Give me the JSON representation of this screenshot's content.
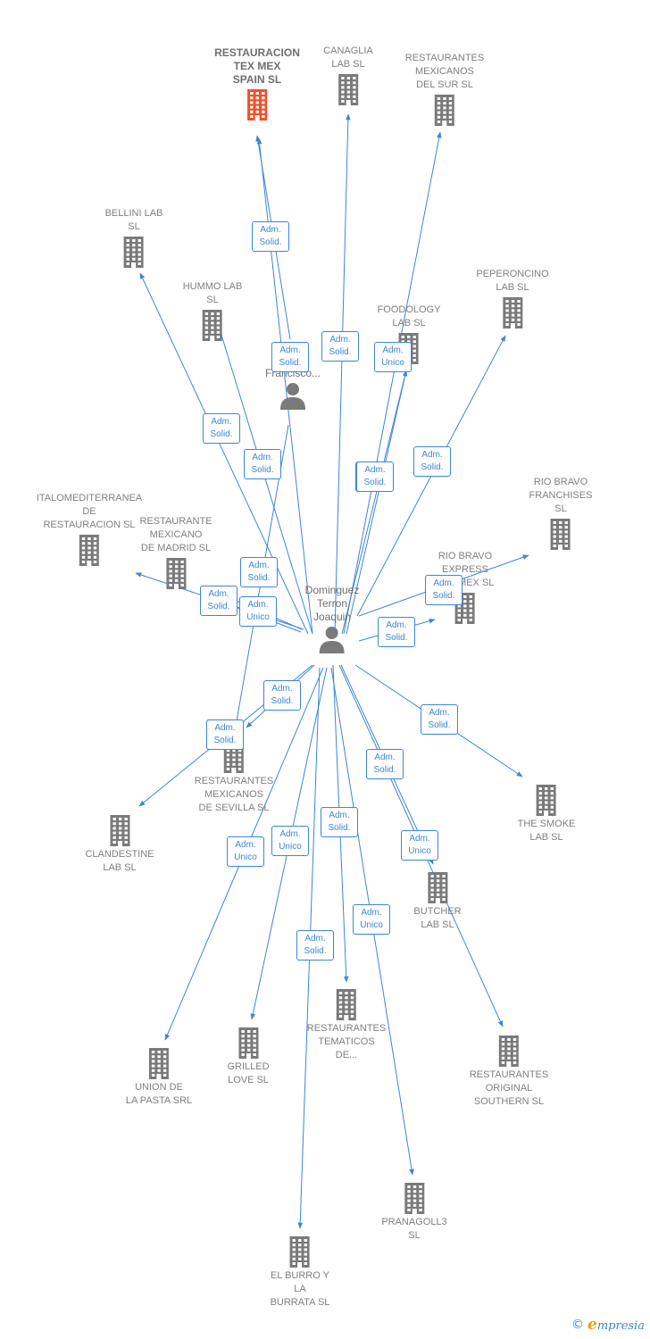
{
  "colors": {
    "edge": "#3d86d8",
    "badge": "#3d86d8",
    "company": "#7a7a7a",
    "company_main": "#f0512a",
    "person": "#7a7a7a",
    "label": "#7f7f7f"
  },
  "icons": {
    "company": "building-icon",
    "person": "person-icon"
  },
  "people": [
    {
      "id": "dominguez",
      "name": "Dominguez\nTerron\nJoaquin"
    },
    {
      "id": "francisco",
      "name": "...\nFrancisco..."
    }
  ],
  "companies": [
    {
      "id": "tex-mex",
      "name": "RESTAURACION\nTEX MEX\nSPAIN  SL",
      "main": true
    },
    {
      "id": "canaglia",
      "name": "CANAGLIA\nLAB  SL"
    },
    {
      "id": "mex-sur",
      "name": "RESTAURANTES\nMEXICANOS\nDEL SUR SL"
    },
    {
      "id": "bellini",
      "name": "BELLINI LAB\nSL"
    },
    {
      "id": "hummo",
      "name": "HUMMO LAB\nSL"
    },
    {
      "id": "foodology",
      "name": "FOODOLOGY\nLAB  SL"
    },
    {
      "id": "peperoncino",
      "name": "PEPERONCINO\nLAB  SL"
    },
    {
      "id": "italomed",
      "name": "ITALOMEDITERRANEA\nDE\nRESTAURACION SL"
    },
    {
      "id": "mex-madrid",
      "name": "RESTAURANTE\nMEXICANO\nDE MADRID  SL"
    },
    {
      "id": "rio-franchises",
      "name": "RIO BRAVO\nFRANCHISES\nSL"
    },
    {
      "id": "rio-express",
      "name": "RIO BRAVO\nEXPRESS\nTEX MEX  SL"
    },
    {
      "id": "mex-sevilla",
      "name": "RESTAURANTES\nMEXICANOS\nDE SEVILLA  SL"
    },
    {
      "id": "clandestine",
      "name": "CLANDESTINE\nLAB  SL"
    },
    {
      "id": "smoke",
      "name": "THE SMOKE\nLAB  SL"
    },
    {
      "id": "butcher",
      "name": "BUTCHER\nLAB  SL"
    },
    {
      "id": "tematicos",
      "name": "RESTAURANTES\nTEMATICOS\nDE..."
    },
    {
      "id": "union-pasta",
      "name": "UNION DE\nLA PASTA SRL"
    },
    {
      "id": "grilled",
      "name": "GRILLED\nLOVE  SL"
    },
    {
      "id": "original-southern",
      "name": "RESTAURANTES\nORIGINAL\nSOUTHERN SL"
    },
    {
      "id": "pranagoll",
      "name": "PRANAGOLL3\nSL"
    },
    {
      "id": "burro",
      "name": "EL BURRO Y\nLA\nBURRATA  SL"
    }
  ],
  "relations": [
    {
      "from": "francisco",
      "to": "tex-mex",
      "role": "Adm.\nSolid."
    },
    {
      "from": "dominguez",
      "to": "tex-mex",
      "role": "Adm.\nSolid."
    },
    {
      "from": "dominguez",
      "to": "canaglia",
      "role": "Adm.\nSolid."
    },
    {
      "from": "dominguez",
      "to": "mex-sur",
      "role": "Adm.\nSolid."
    },
    {
      "from": "dominguez",
      "to": "bellini",
      "role": "Adm.\nSolid."
    },
    {
      "from": "dominguez",
      "to": "hummo",
      "role": "Adm.\nSolid."
    },
    {
      "from": "dominguez",
      "to": "foodology",
      "role": "Adm.\nUnico"
    },
    {
      "from": "dominguez",
      "to": "foodology",
      "role": "Adm.\nSolid."
    },
    {
      "from": "dominguez",
      "to": "peperoncino",
      "role": "Adm.\nSolid."
    },
    {
      "from": "dominguez",
      "to": "mex-madrid",
      "role": "Adm.\nSolid."
    },
    {
      "from": "dominguez",
      "to": "mex-madrid",
      "role": "Adm.\nSolid."
    },
    {
      "from": "dominguez",
      "to": "mex-madrid",
      "role": "Adm.\nUnico"
    },
    {
      "from": "dominguez",
      "to": "rio-franchises",
      "role": "Adm.\nSolid."
    },
    {
      "from": "dominguez",
      "to": "rio-express",
      "role": "Adm.\nSolid."
    },
    {
      "from": "dominguez",
      "to": "mex-sevilla",
      "role": "Adm.\nSolid."
    },
    {
      "from": "francisco",
      "to": "mex-sevilla",
      "role": "Adm.\nSolid."
    },
    {
      "from": "dominguez",
      "to": "clandestine",
      "role": "Adm.\nSolid."
    },
    {
      "from": "dominguez",
      "to": "smoke",
      "role": "Adm.\nSolid."
    },
    {
      "from": "dominguez",
      "to": "butcher",
      "role": "Adm.\nSolid."
    },
    {
      "from": "dominguez",
      "to": "original-southern",
      "role": "Adm.\nUnico"
    },
    {
      "from": "dominguez",
      "to": "tematicos",
      "role": "Adm.\nSolid."
    },
    {
      "from": "dominguez",
      "to": "union-pasta",
      "role": "Adm.\nUnico"
    },
    {
      "from": "dominguez",
      "to": "grilled",
      "role": "Adm.\nUnico"
    },
    {
      "from": "dominguez",
      "to": "pranagoll",
      "role": "Adm.\nUnico"
    },
    {
      "from": "dominguez",
      "to": "burro",
      "role": "Adm.\nSolid."
    }
  ],
  "watermark": {
    "symbol": "©",
    "brand_initial": "e",
    "brand_rest": "mpresia"
  }
}
